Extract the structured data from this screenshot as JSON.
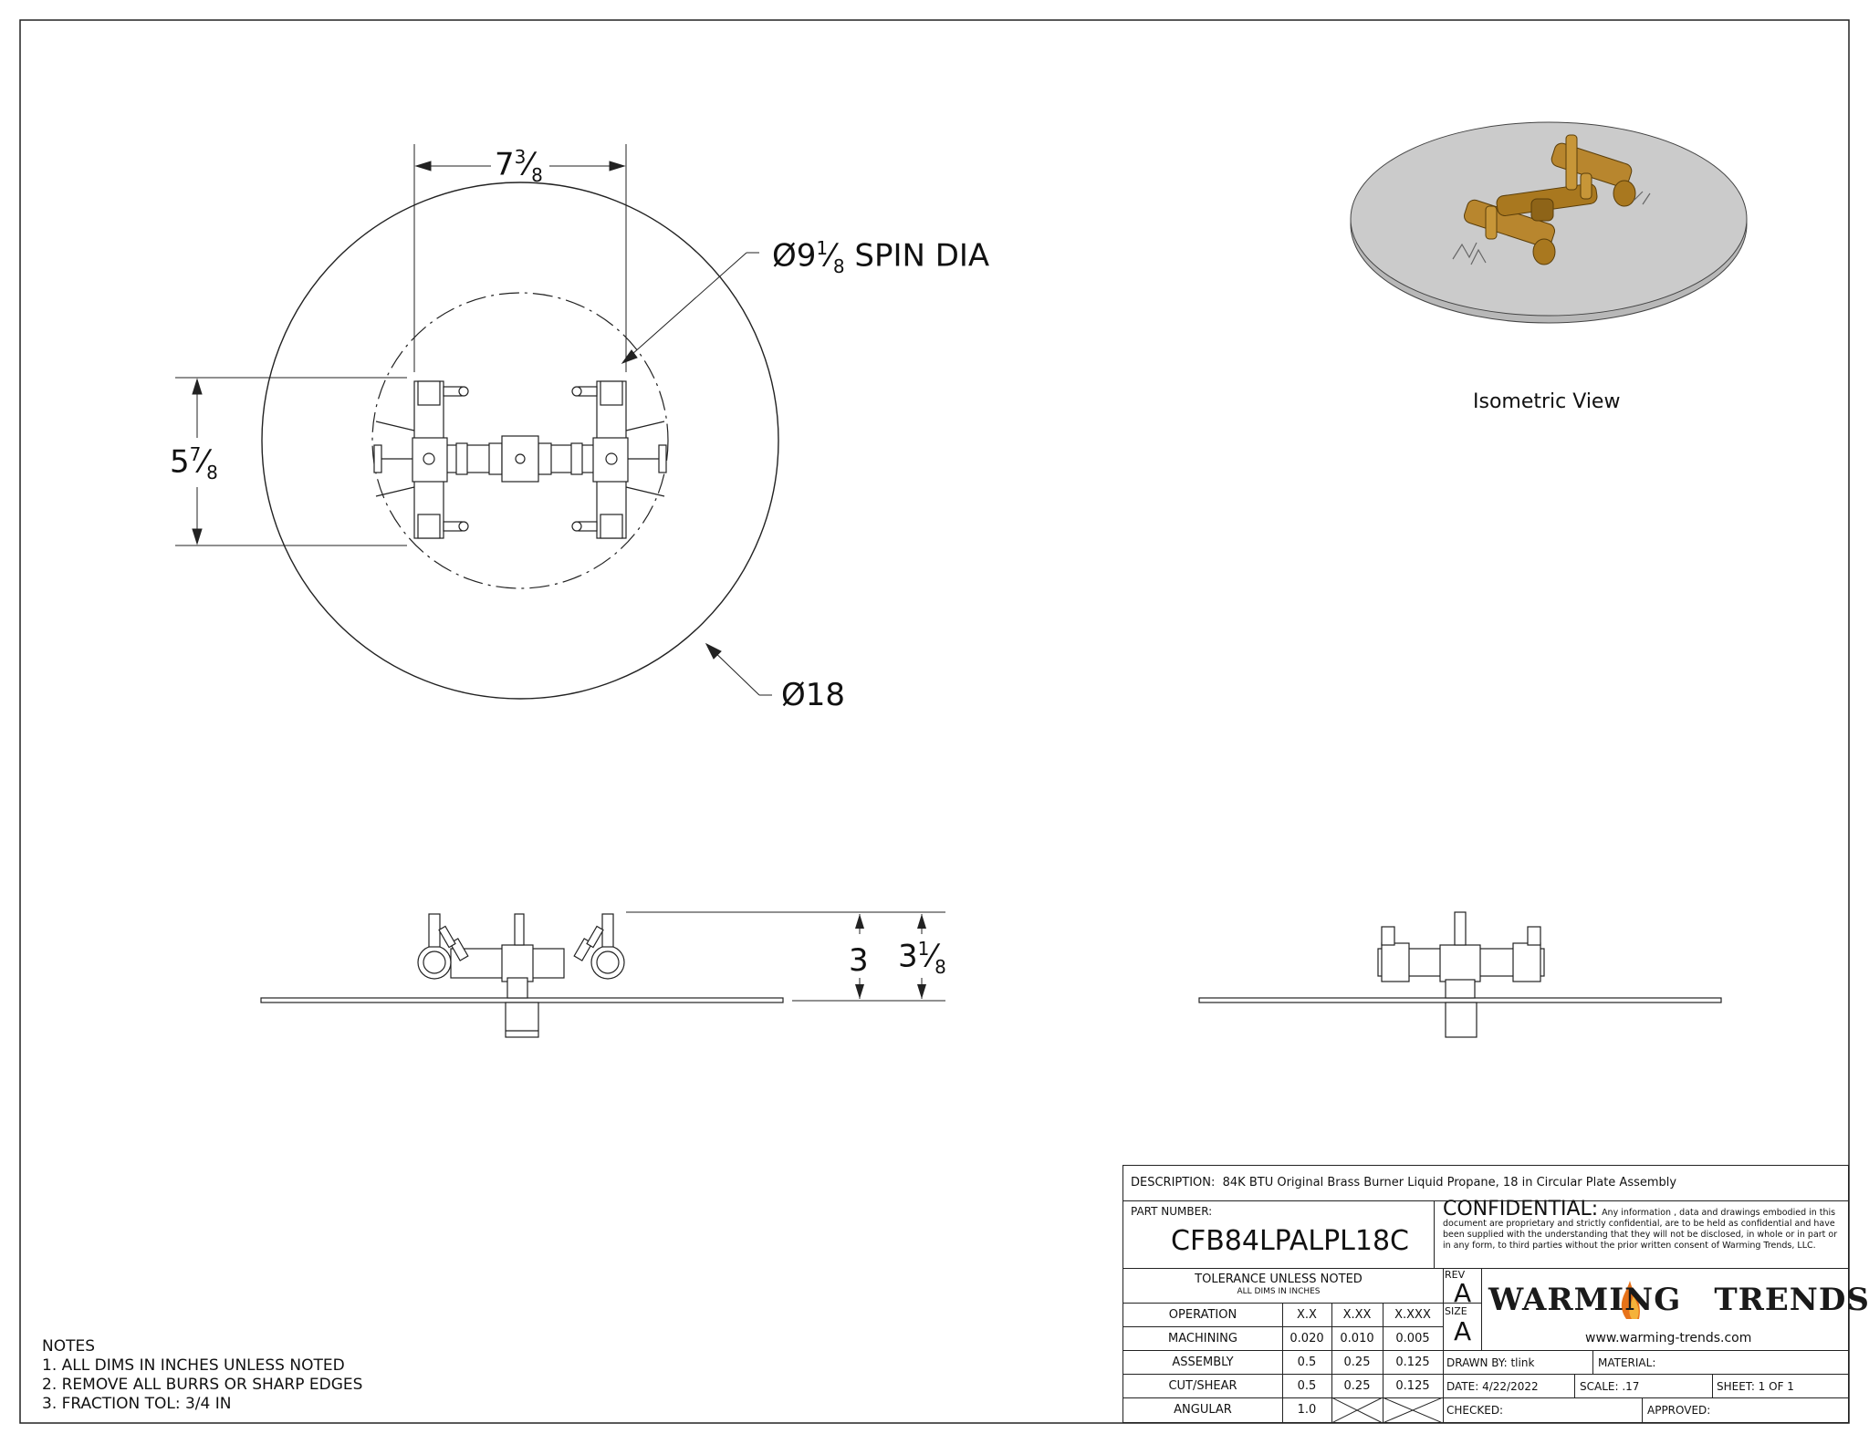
{
  "dimensions": {
    "width_7_3_8": {
      "whole": "7",
      "num": "3",
      "den": "8"
    },
    "spin_dia": {
      "prefix": "Ø9",
      "num": "1",
      "den": "8",
      "suffix": " SPIN DIA"
    },
    "height_5_7_8": {
      "whole": "5",
      "num": "7",
      "den": "8"
    },
    "plate_dia": "Ø18",
    "side_height": "3",
    "side_height_total": {
      "whole": "3",
      "num": "1",
      "den": "8"
    }
  },
  "iso_view_label": "Isometric View",
  "notes": {
    "title": "NOTES",
    "items": [
      "1. ALL DIMS IN INCHES UNLESS NOTED",
      "2. REMOVE ALL BURRS OR SHARP EDGES",
      "3. FRACTION TOL: 3/4 IN"
    ]
  },
  "title_block": {
    "description_label": "DESCRIPTION:",
    "description": "84K BTU Original Brass Burner Liquid Propane, 18 in Circular Plate Assembly",
    "part_number_label": "PART NUMBER:",
    "part_number": "CFB84LPALPL18C",
    "confidential_title": "CONFIDENTIAL:",
    "confidential_text": "Any information , data and drawings embodied in this document are proprietary and strictly confidential, are to be held as confidential and have been supplied with the understanding that they will not be disclosed, in whole or in part or in any form, to third parties without the prior written consent of Warming Trends, LLC.",
    "tolerance_title": "TOLERANCE UNLESS NOTED",
    "tolerance_sub": "ALL DIMS IN INCHES",
    "tolerance_headers": [
      "OPERATION",
      "X.X",
      "X.XX",
      "X.XXX"
    ],
    "tolerance_rows": [
      [
        "MACHINING",
        "0.020",
        "0.010",
        "0.005"
      ],
      [
        "ASSEMBLY",
        "0.5",
        "0.25",
        "0.125"
      ],
      [
        "CUT/SHEAR",
        "0.5",
        "0.25",
        "0.125"
      ],
      [
        "ANGULAR",
        "1.0",
        "",
        ""
      ]
    ],
    "rev_label": "REV",
    "rev": "A",
    "size_label": "SIZE",
    "size": "A",
    "logo_left": "WARMING",
    "logo_right": "TRENDS",
    "logo_mark": "®",
    "website": "www.warming-trends.com",
    "drawn_by": "DRAWN BY: tlink",
    "material": "MATERIAL:",
    "date": "DATE:   4/22/2022",
    "scale": "SCALE:  .17",
    "sheet": "SHEET: 1   OF   1",
    "checked": "CHECKED:",
    "approved": "APPROVED:"
  },
  "colors": {
    "line": "#222222",
    "brass": "#b8862e",
    "brass_dark": "#7a5512",
    "plate_grey": "#c9c9c9",
    "flame_orange": "#e8731a"
  }
}
